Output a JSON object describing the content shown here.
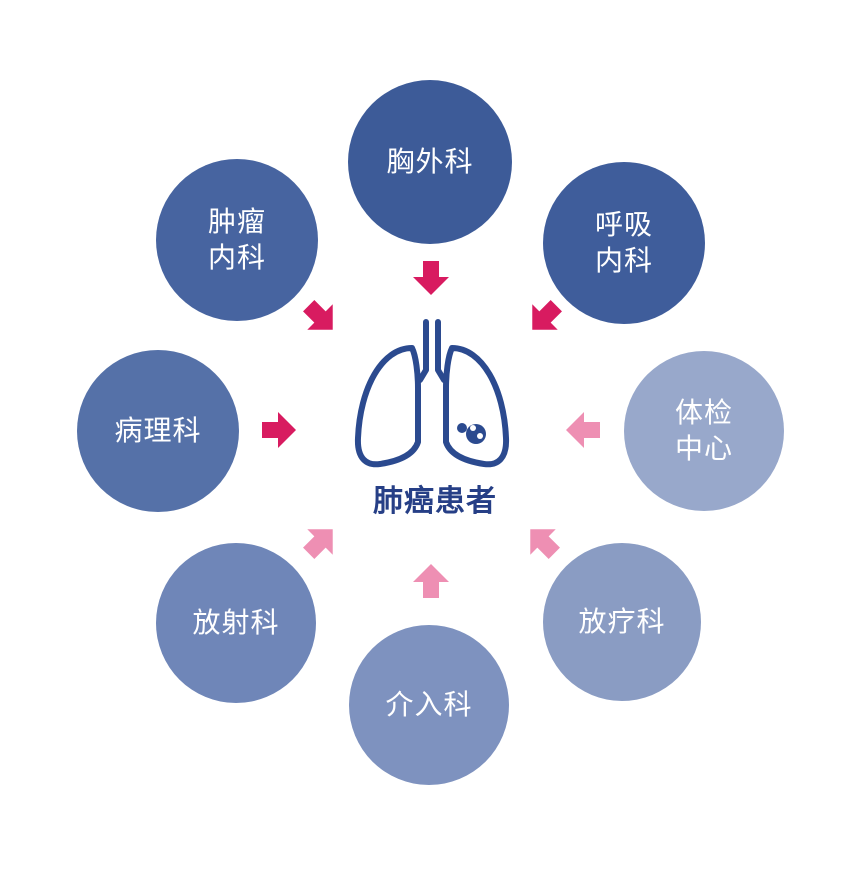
{
  "center": {
    "label": "肺癌患者",
    "icon": "lungs-icon"
  },
  "nodes": [
    {
      "id": "thoracic-surgery",
      "lines": [
        "胸外科"
      ],
      "color": "#3d5b98"
    },
    {
      "id": "respiratory",
      "lines": [
        "呼吸",
        "内科"
      ],
      "color": "#3f5d9b"
    },
    {
      "id": "health-check",
      "lines": [
        "体检",
        "中心"
      ],
      "color": "#98a8cb"
    },
    {
      "id": "radiotherapy",
      "lines": [
        "放疗科"
      ],
      "color": "#8a9cc3"
    },
    {
      "id": "interventional",
      "lines": [
        "介入科"
      ],
      "color": "#7e92bf"
    },
    {
      "id": "radiology",
      "lines": [
        "放射科"
      ],
      "color": "#6f86b8"
    },
    {
      "id": "pathology",
      "lines": [
        "病理科"
      ],
      "color": "#5571a8"
    },
    {
      "id": "medical-oncology",
      "lines": [
        "肿瘤",
        "内科"
      ],
      "color": "#4764a0"
    }
  ],
  "colors": {
    "arrow_strong": "#d81b60",
    "arrow_light": "#ee8fb3",
    "center_text": "#263f86",
    "lung_line": "#2b4a8f"
  }
}
